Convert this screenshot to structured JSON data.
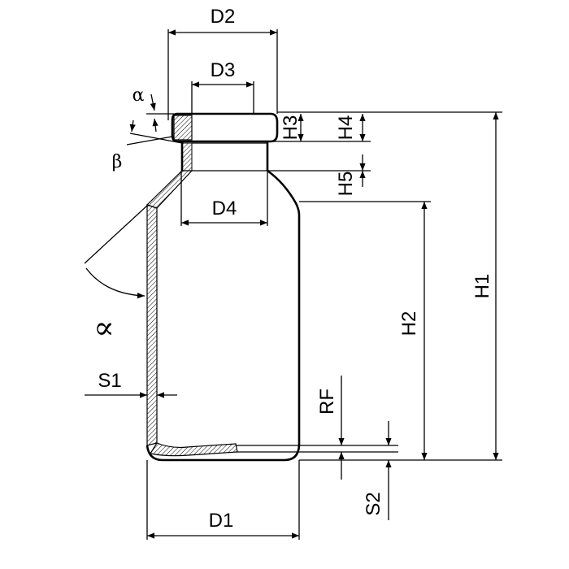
{
  "labels": {
    "d1": "D1",
    "d2": "D2",
    "d3": "D3",
    "d4": "D4",
    "h1": "H1",
    "h2": "H2",
    "h3": "H3",
    "h4": "H4",
    "h5": "H5",
    "s1": "S1",
    "s2": "S2",
    "rf": "RF",
    "alpha_top": "α",
    "beta": "β",
    "alpha_side": "∝"
  }
}
